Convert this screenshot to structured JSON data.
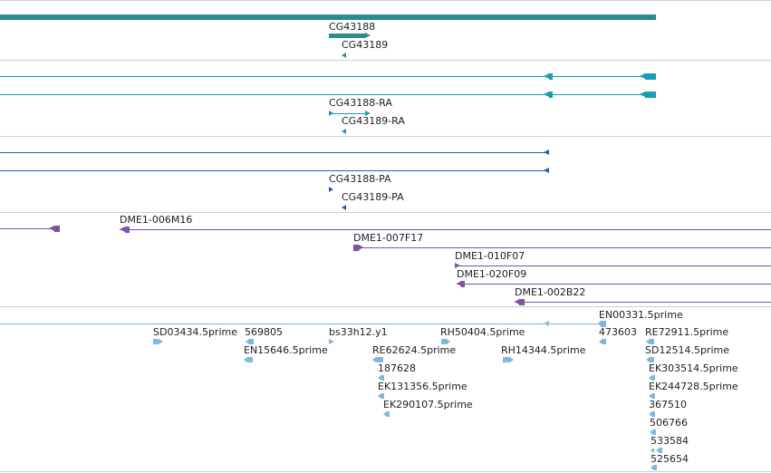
{
  "colors": {
    "gene": "#2a8c8c",
    "transcript_ncbi": "#1a9cb6",
    "transcript_flybase": "#2060b4",
    "bac": "#7f52a2",
    "est": "#7fb8dc",
    "separator": "#cfcfcf",
    "label": "#1e1e1e"
  },
  "tracks": {
    "genes": {
      "features": [
        {
          "label": "CG43188"
        },
        {
          "label": "CG43189"
        }
      ]
    },
    "ncbi_transcripts": {
      "features": [
        {
          "label": "CG43188-RA"
        },
        {
          "label": "CG43189-RA"
        }
      ]
    },
    "flybase_proteins": {
      "features": [
        {
          "label": "CG43188-PA"
        },
        {
          "label": "CG43189-PA"
        }
      ]
    },
    "bac_clones": {
      "features": [
        {
          "label": "DME1-006M16"
        },
        {
          "label": "DME1-007F17"
        },
        {
          "label": "DME1-010F07"
        },
        {
          "label": "DME1-020F09"
        },
        {
          "label": "DME1-002B22"
        }
      ]
    },
    "ests": {
      "features": [
        {
          "label": "EN00331.5prime"
        },
        {
          "label": "SD03434.5prime"
        },
        {
          "label": "569805"
        },
        {
          "label": "bs33h12.y1"
        },
        {
          "label": "RH50404.5prime"
        },
        {
          "label": "473603"
        },
        {
          "label": "RE72911.5prime"
        },
        {
          "label": "EN15646.5prime"
        },
        {
          "label": "RE62624.5prime"
        },
        {
          "label": "RH14344.5prime"
        },
        {
          "label": "SD12514.5prime"
        },
        {
          "label": "187628"
        },
        {
          "label": "EK303514.5prime"
        },
        {
          "label": "EK131356.5prime"
        },
        {
          "label": "EK244728.5prime"
        },
        {
          "label": "EK290107.5prime"
        },
        {
          "label": "367510"
        },
        {
          "label": "506766"
        },
        {
          "label": "533584"
        },
        {
          "label": "525654"
        }
      ]
    }
  }
}
